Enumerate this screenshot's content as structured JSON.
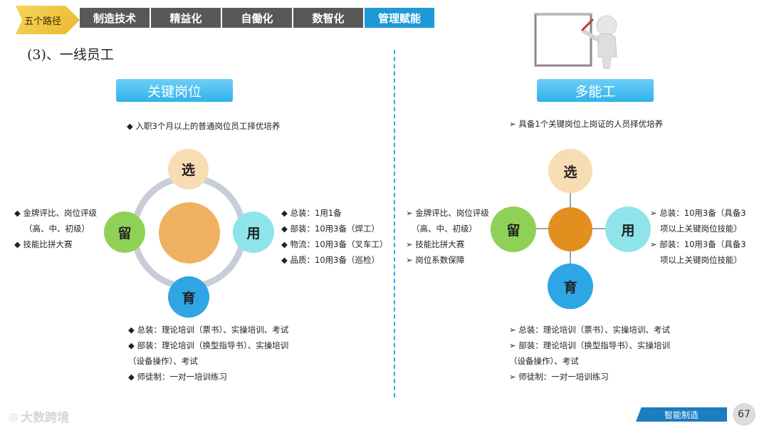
{
  "nav": {
    "badge": "五个路径",
    "tabs": [
      "制造技术",
      "精益化",
      "自働化",
      "数智化",
      "管理赋能"
    ]
  },
  "section_title": "(3)、一线员工",
  "left": {
    "heading": "关键岗位",
    "intro": "◆ 入职3个月以上的普通岗位员工择优培养",
    "nodes": {
      "top": "选",
      "left": "留",
      "right": "用",
      "bottom": "育"
    },
    "left_text": [
      "◆ 金牌评比、岗位评级",
      "（高、中、初级）",
      "◆ 技能比拼大赛"
    ],
    "right_text": [
      "◆ 总装：1用1备",
      "◆ 部装：10用3备（焊工）",
      "◆ 物流：10用3备（叉车工）",
      "◆ 品质：10用3备（巡检）"
    ],
    "bottom_text": [
      "◆    总装：理论培训（票书）、实操培训、考试",
      "◆    部装：理论培训（换型指导书）、实操培训",
      "        （设备操作）、考试",
      "◆    师徒制：一对一培训练习"
    ]
  },
  "right": {
    "heading": "多能工",
    "intro": "➢ 具备1个关键岗位上岗证的人员择优培养",
    "nodes": {
      "top": "选",
      "left": "留",
      "right": "用",
      "bottom": "育"
    },
    "left_text": [
      "➢ 金牌评比、岗位评级",
      "（高、中、初级）",
      "➢ 技能比拼大赛",
      "➢ 岗位系数保障"
    ],
    "right_text": [
      "➢ 总装：10用3备（具备3",
      "项以上关键岗位技能）",
      "➢ 部装：10用3备（具备3",
      "项以上关键岗位技能）"
    ],
    "bottom_text": [
      "➢    总装：理论培训（票书）、实操培训、考试",
      "➢    部装：理论培训（换型指导书）、实操培训",
      "        （设备操作）、考试",
      "➢    师徒制：一对一培训练习"
    ]
  },
  "footer": {
    "tag": "智能制造",
    "page_number": "67",
    "watermark": "大数跨境"
  },
  "colors": {
    "accent_blue": "#1e9ad6",
    "tab_gray": "#585858",
    "node_top": "#f8dcb4",
    "node_left": "#8fd157",
    "node_right": "#8fe3ea",
    "node_bottom": "#2ea6e6",
    "node_center_left": "#f0b160",
    "node_center_right": "#e38f1f"
  }
}
